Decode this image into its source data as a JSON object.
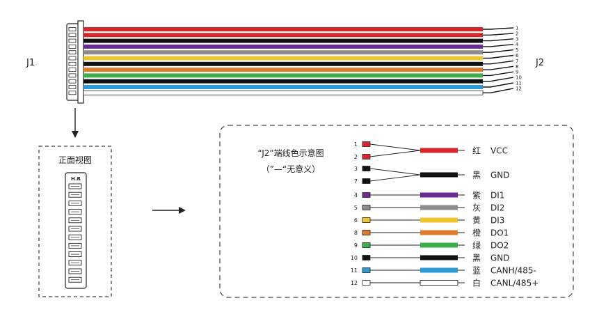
{
  "labels": {
    "j1": "J1",
    "j2": "J2",
    "front_view": "正面视图",
    "connector_mark": "H.R",
    "legend_title": "“J2”端线色示意图",
    "legend_note": "（”—“无意义）"
  },
  "top_wires": [
    {
      "pin": "1",
      "color": "#d7262b"
    },
    {
      "pin": "2",
      "color": "#d7262b"
    },
    {
      "pin": "3",
      "color": "#111111"
    },
    {
      "pin": "4",
      "color": "#6a2c91"
    },
    {
      "pin": "5",
      "color": "#8d8d8d"
    },
    {
      "pin": "6",
      "color": "#efc530"
    },
    {
      "pin": "7",
      "color": "#111111"
    },
    {
      "pin": "8",
      "color": "#e07b2a"
    },
    {
      "pin": "9",
      "color": "#3cae49"
    },
    {
      "pin": "10",
      "color": "#111111"
    },
    {
      "pin": "11",
      "color": "#2e9ad6"
    },
    {
      "pin": "12",
      "color": "#ffffff"
    }
  ],
  "legend_rows": [
    {
      "pins": [
        "1",
        "2"
      ],
      "colors": [
        "#d7262b",
        "#d7262b"
      ],
      "color_name": "红",
      "signal": "VCC",
      "wire": "#d7262b"
    },
    {
      "pins": [
        "3",
        "7"
      ],
      "colors": [
        "#111111",
        "#111111"
      ],
      "color_name": "黑",
      "signal": "GND",
      "wire": "#111111"
    },
    {
      "pins": [
        "4"
      ],
      "colors": [
        "#6a2c91"
      ],
      "color_name": "紫",
      "signal": "DI1",
      "wire": "#6a2c91"
    },
    {
      "pins": [
        "5"
      ],
      "colors": [
        "#8d8d8d"
      ],
      "color_name": "灰",
      "signal": "DI2",
      "wire": "#8d8d8d"
    },
    {
      "pins": [
        "6"
      ],
      "colors": [
        "#efc530"
      ],
      "color_name": "黄",
      "signal": "DI3",
      "wire": "#efc530"
    },
    {
      "pins": [
        "8"
      ],
      "colors": [
        "#e07b2a"
      ],
      "color_name": "橙",
      "signal": "DO1",
      "wire": "#e07b2a"
    },
    {
      "pins": [
        "9"
      ],
      "colors": [
        "#3cae49"
      ],
      "color_name": "绿",
      "signal": "DO2",
      "wire": "#3cae49"
    },
    {
      "pins": [
        "10"
      ],
      "colors": [
        "#111111"
      ],
      "color_name": "黑",
      "signal": "GND",
      "wire": "#111111"
    },
    {
      "pins": [
        "11"
      ],
      "colors": [
        "#2e9ad6"
      ],
      "color_name": "蓝",
      "signal": "CANH/485-",
      "wire": "#2e9ad6"
    },
    {
      "pins": [
        "12"
      ],
      "colors": [
        "#ffffff"
      ],
      "color_name": "白",
      "signal": "CANL/485+",
      "wire": "#ffffff"
    }
  ]
}
